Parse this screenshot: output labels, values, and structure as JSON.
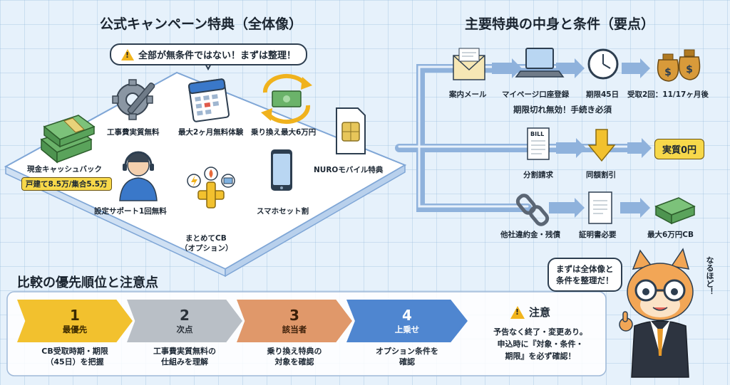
{
  "left": {
    "title": "公式キャンペーン特典（全体像）",
    "callout": "全部が無条件ではない！まずは整理！",
    "items": {
      "construction": "工事費実質無料",
      "trial": "最大2ヶ月無料体験",
      "switching": "乗り換え最大6万円",
      "cashback": "現金キャッシュバック",
      "cashback_badge": "戸建て8.5万/集合5.5万",
      "mobile": "NUROモバイル特典",
      "support": "設定サポート1回無料",
      "bundle_line1": "まとめてCB",
      "bundle_line2": "（オプション）",
      "smartphone": "スマホセット割"
    }
  },
  "right": {
    "title": "主要特典の中身と条件（要点）",
    "row1": {
      "step1": "案内メール",
      "step2": "マイページ口座登録",
      "step3": "期限45日",
      "step4": "受取2回：11/17ヶ月後",
      "note": "期限切れ無効！手続き必須"
    },
    "row2": {
      "step1": "分割請求",
      "step2": "同額割引",
      "result": "実質0円",
      "bill_text": "BILL"
    },
    "row3": {
      "step1": "他社違約金・残債",
      "step2": "証明書必要",
      "step3": "最大6万円CB"
    }
  },
  "bottom": {
    "title": "比較の優先順位と注意点",
    "steps": [
      {
        "num": "1",
        "label": "最優先",
        "desc1": "CB受取時期・期限",
        "desc2": "（45日）を把握",
        "color": "#f2c12e"
      },
      {
        "num": "2",
        "label": "次点",
        "desc1": "工事費実質無料の",
        "desc2": "仕組みを理解",
        "color": "#b9bfc6"
      },
      {
        "num": "3",
        "label": "該当者",
        "desc1": "乗り換え特典の",
        "desc2": "対象を確認",
        "color": "#e0986a"
      },
      {
        "num": "4",
        "label": "上乗せ",
        "desc1": "オプション条件を",
        "desc2": "確認",
        "color": "#4f86d0"
      }
    ],
    "caution": {
      "title": "注意",
      "line1": "予告なく終了・変更あり。",
      "line2": "申込時に『対象・条件・",
      "line3": "期限』を必ず確認！"
    }
  },
  "mascot": {
    "speech1": "まずは全体像と",
    "speech2": "条件を整理だ！",
    "side_text": "なるほど！"
  }
}
